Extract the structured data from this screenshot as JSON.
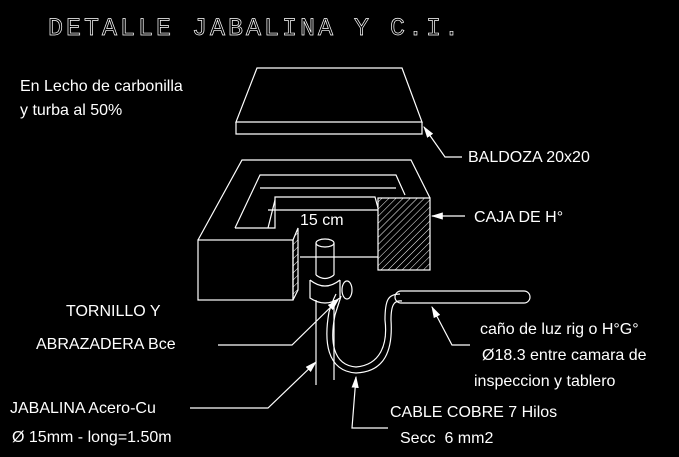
{
  "title": "DETALLE JABALINA Y C.I.",
  "notes": {
    "line1": "En Lecho de carbonilla",
    "line2": "y turba al 50%"
  },
  "labels": {
    "baldoza": "BALDOZA 20x20",
    "caja": "CAJA DE H°",
    "dimension": "15 cm",
    "tornillo_1": "TORNILLO Y",
    "tornillo_2": "ABRAZADERA Bce",
    "cano_1": "caño de luz rig o H°G°",
    "cano_2": "Ø18.3 entre camara de",
    "cano_3": "inspeccion y tablero",
    "jabalina_1": "JABALINA Acero-Cu",
    "jabalina_2": "Ø 15mm - long=1.50m",
    "cable_1": "CABLE COBRE 7 Hilos",
    "cable_2": "Secc  6 mm2"
  },
  "colors": {
    "background": "#000000",
    "lines": "#ffffff"
  }
}
